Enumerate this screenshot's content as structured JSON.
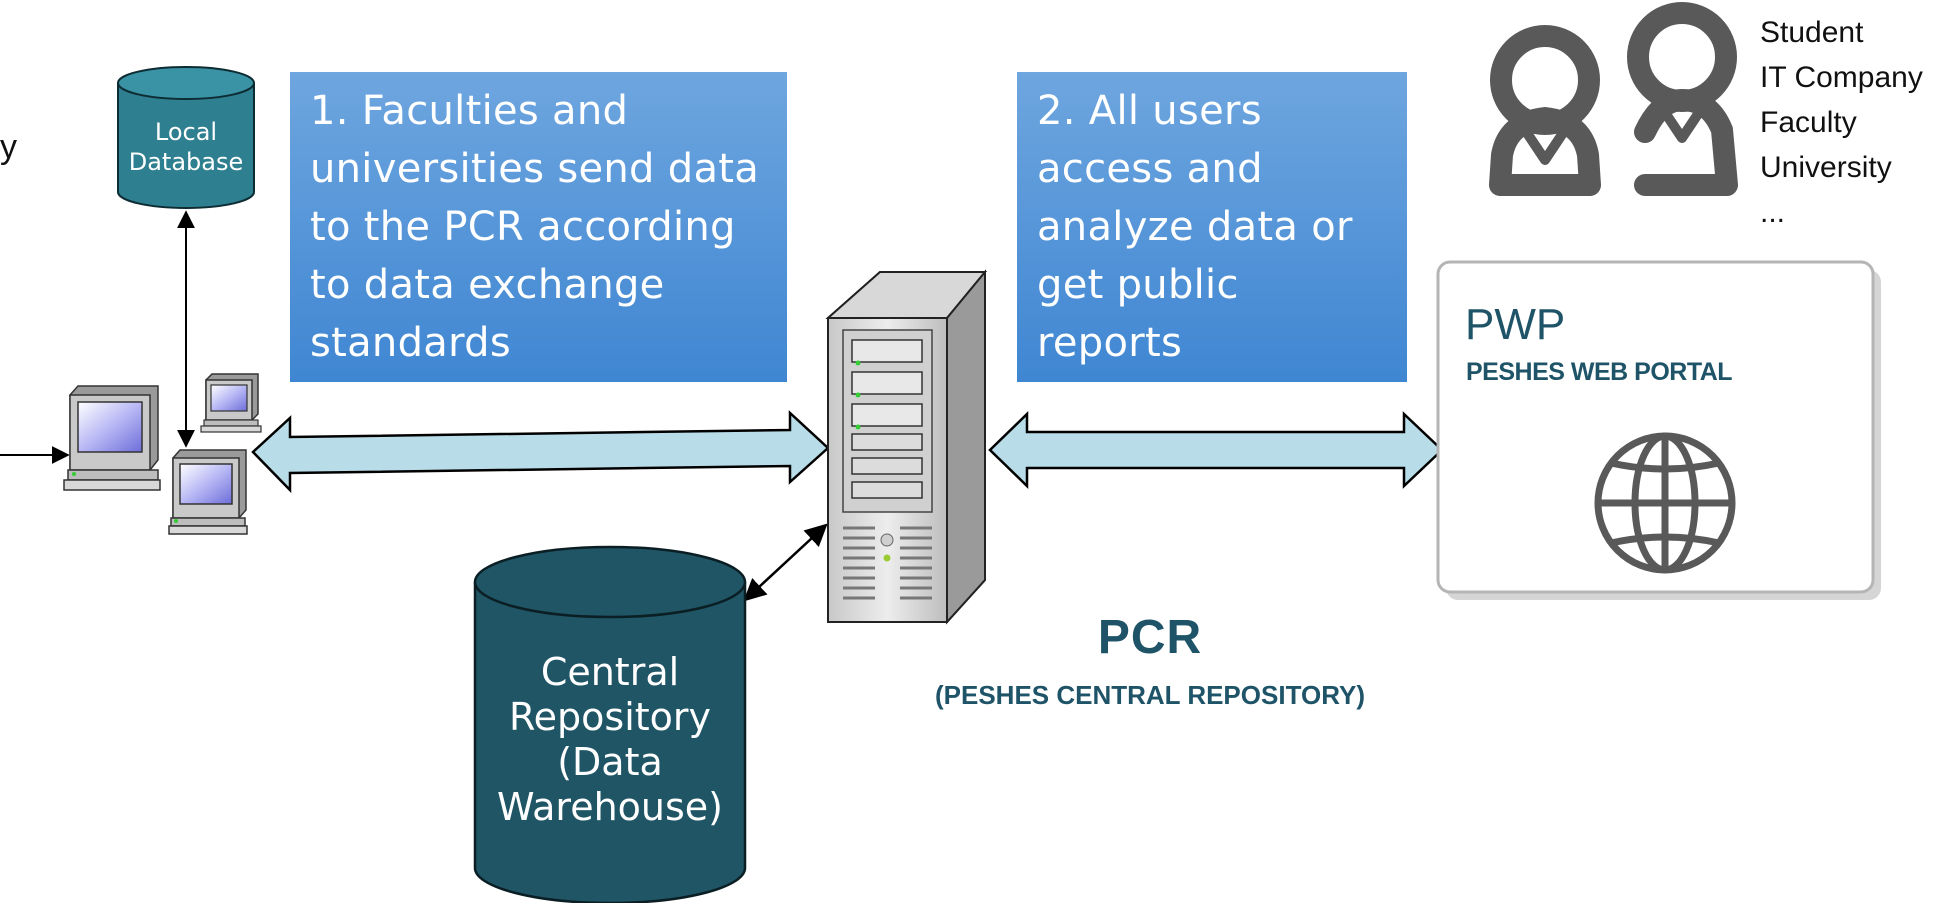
{
  "boxes": {
    "faculties_lines": [
      "1. Faculties and",
      "universities send data",
      "to the PCR according",
      "to data exchange",
      "standards"
    ],
    "users_lines": [
      "2. All users",
      "access and",
      "analyze data or",
      "get public",
      "reports"
    ]
  },
  "users": [
    "Student",
    "IT Company",
    "Faculty",
    "University",
    "..."
  ],
  "pwp": {
    "title": "PWP",
    "subtitle": "PESHES WEB PORTAL"
  },
  "pcr": {
    "title": "PCR",
    "subtitle": "(PESHES CENTRAL REPOSITORY)"
  },
  "local_db": {
    "lines": [
      "Local",
      "Database"
    ]
  },
  "central_db": {
    "lines": [
      "Central",
      "Repository",
      "(Data",
      "Warehouse)"
    ]
  },
  "edge_text": "y",
  "colors": {
    "box_blue": "#4a90d9",
    "arrow_fill": "#b9dde8",
    "db_local": "#2e7f8f",
    "db_central": "#1f5565",
    "title_teal": "#1f5468",
    "icon_gray": "#595959"
  },
  "icons": [
    "users-icon",
    "globe-icon",
    "server-icon",
    "computer-icon",
    "database-icon"
  ]
}
